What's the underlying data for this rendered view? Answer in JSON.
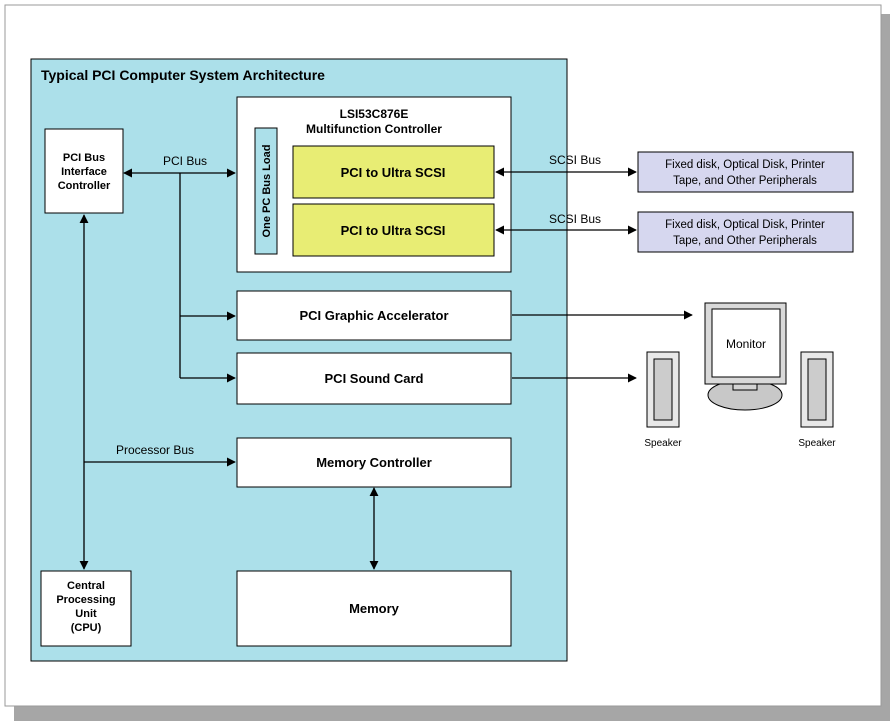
{
  "title": "Typical PCI Computer System Architecture",
  "pci_bridge": {
    "line1": "PCI Bus",
    "line2": "Interface",
    "line3": "Controller"
  },
  "pci_bus_label": "PCI Bus",
  "multifunction": {
    "line1": "LSI53C876E",
    "line2": "Multifunction Controller",
    "bus_load_label": "One PC Bus Load",
    "channels": [
      "PCI to Ultra SCSI",
      "PCI to Ultra SCSI"
    ]
  },
  "scsi_buses": [
    {
      "label": "SCSI Bus",
      "peripheral_line1": "Fixed disk, Optical Disk, Printer",
      "peripheral_line2": "Tape, and Other Peripherals"
    },
    {
      "label": "SCSI Bus",
      "peripheral_line1": "Fixed disk, Optical Disk, Printer",
      "peripheral_line2": "Tape, and Other Peripherals"
    }
  ],
  "graphic_accelerator": "PCI Graphic Accelerator",
  "sound_card": "PCI Sound Card",
  "monitor_label": "Monitor",
  "speaker_labels": [
    "Speaker",
    "Speaker"
  ],
  "processor_bus_label": "Processor Bus",
  "memory_controller": "Memory Controller",
  "memory": "Memory",
  "cpu": {
    "line1": "Central",
    "line2": "Processing",
    "line3": "Unit",
    "line4": "(CPU)"
  },
  "colors": {
    "system_panel": "#ACE0EA",
    "scsi_channel": "#E8ED74",
    "peripheral_box": "#D6D7EF",
    "outer_shadow": "#A6A6A6"
  }
}
